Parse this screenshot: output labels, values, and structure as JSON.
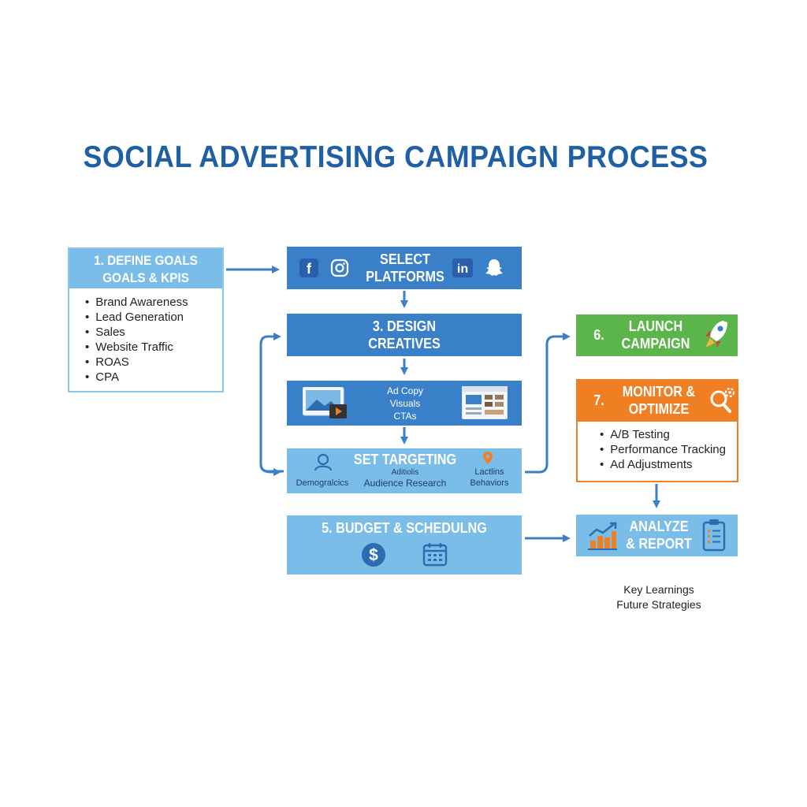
{
  "title": "SOCIAL ADVERTISING CAMPAIGN PROCESS",
  "step1": {
    "line1": "1. DEFINE GOALS",
    "line2": "GOALS & KPIS",
    "items": [
      "Brand Awareness",
      "Lead Generation",
      "Sales",
      "Website Traffic",
      "ROAS",
      "CPA"
    ]
  },
  "step2": {
    "line1": "SELECT",
    "line2": "PLATFORMS",
    "icons": [
      "facebook-icon",
      "instagram-icon",
      "linkedin-icon",
      "snapchat-icon"
    ]
  },
  "step3": {
    "line1": "3. DESIGN",
    "line2": "CREATIVES"
  },
  "creatives": {
    "line1": "Ad Copy",
    "line2": "Visuals",
    "line3": "CTAs"
  },
  "step4": {
    "title": "SET TARGETING",
    "sub1": "Aditiolis",
    "sub2": "Audience Research",
    "left": "Demogralcics",
    "right1": "Lactlins",
    "right2": "Behaviors"
  },
  "step5": {
    "title": "5. BUDGET & SCHEDULNG"
  },
  "step6": {
    "num": "6.",
    "line1": "LAUNCH",
    "line2": "CAMPAIGN"
  },
  "step7": {
    "num": "7.",
    "line1": "MONITOR &",
    "line2": "OPTIMIZE",
    "items": [
      "A/B Testing",
      "Performance Tracking",
      "Ad Adjustments"
    ]
  },
  "step8": {
    "line1": "ANALYZE",
    "line2": "& REPORT"
  },
  "outcome": {
    "line1": "Key Learnings",
    "line2": "Future Strategies"
  },
  "colors": {
    "dark_blue": "#3a80c9",
    "light_blue": "#6eb6e7",
    "green": "#5bb54a",
    "orange": "#f07f24",
    "title": "#1f5fa3",
    "arrow": "#3a80c9"
  }
}
